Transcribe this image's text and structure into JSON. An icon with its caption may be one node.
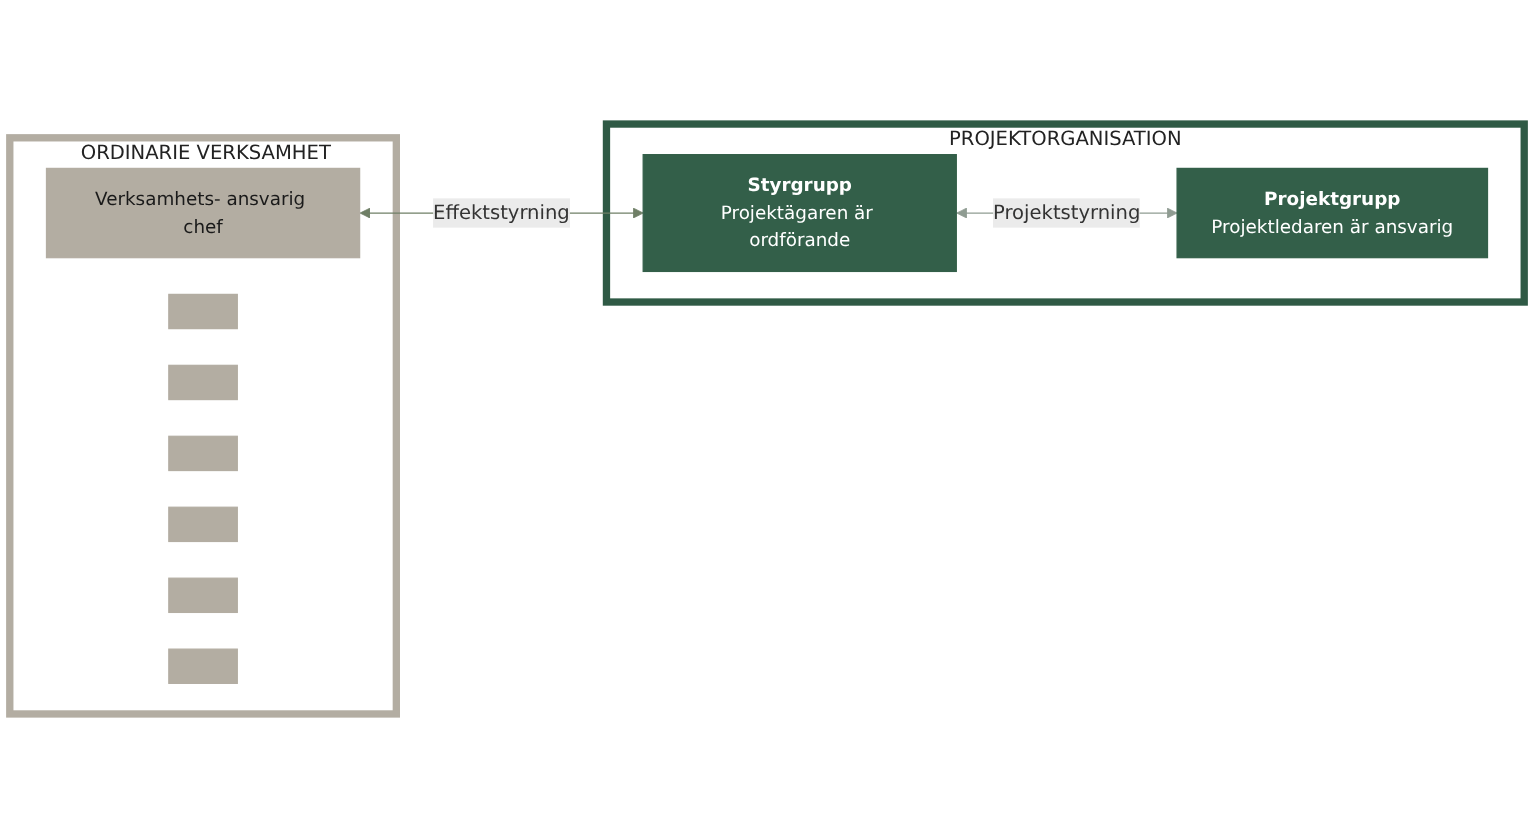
{
  "diagram": {
    "nodes": [
      {
        "text": [
          "ORDINARIE VERKSAMHET"
        ]
      },
      {
        "text": [
          "Verksamhets- ansvarig chef"
        ],
        "in": 0
      },
      {
        "text": [],
        "shape": "box",
        "in": 0
      },
      {
        "text": [],
        "shape": "box",
        "in": 0
      },
      {
        "text": [],
        "shape": "box",
        "in": 0
      },
      {
        "text": [],
        "shape": "box",
        "in": 0
      },
      {
        "text": [],
        "shape": "box",
        "in": 0
      },
      {
        "text": [],
        "shape": "box",
        "in": 0
      },
      {
        "text": [
          "PROJEKTORGANISATION"
        ]
      },
      {
        "text": [
          "Styrgrupp",
          "Projektägaren är ordförande"
        ],
        "in": 8
      },
      {
        "text": [
          "Projektgrupp",
          "Projektledaren är ansvarig"
        ],
        "in": 8
      }
    ],
    "edges": [
      {
        "from": 1,
        "to": 9,
        "arrow": "both",
        "label": "Effektstyrning"
      },
      {
        "from": 9,
        "to": 10,
        "arrow": "both",
        "label": "Projektstyrning",
        "color": "#8f9c92"
      }
    ]
  }
}
